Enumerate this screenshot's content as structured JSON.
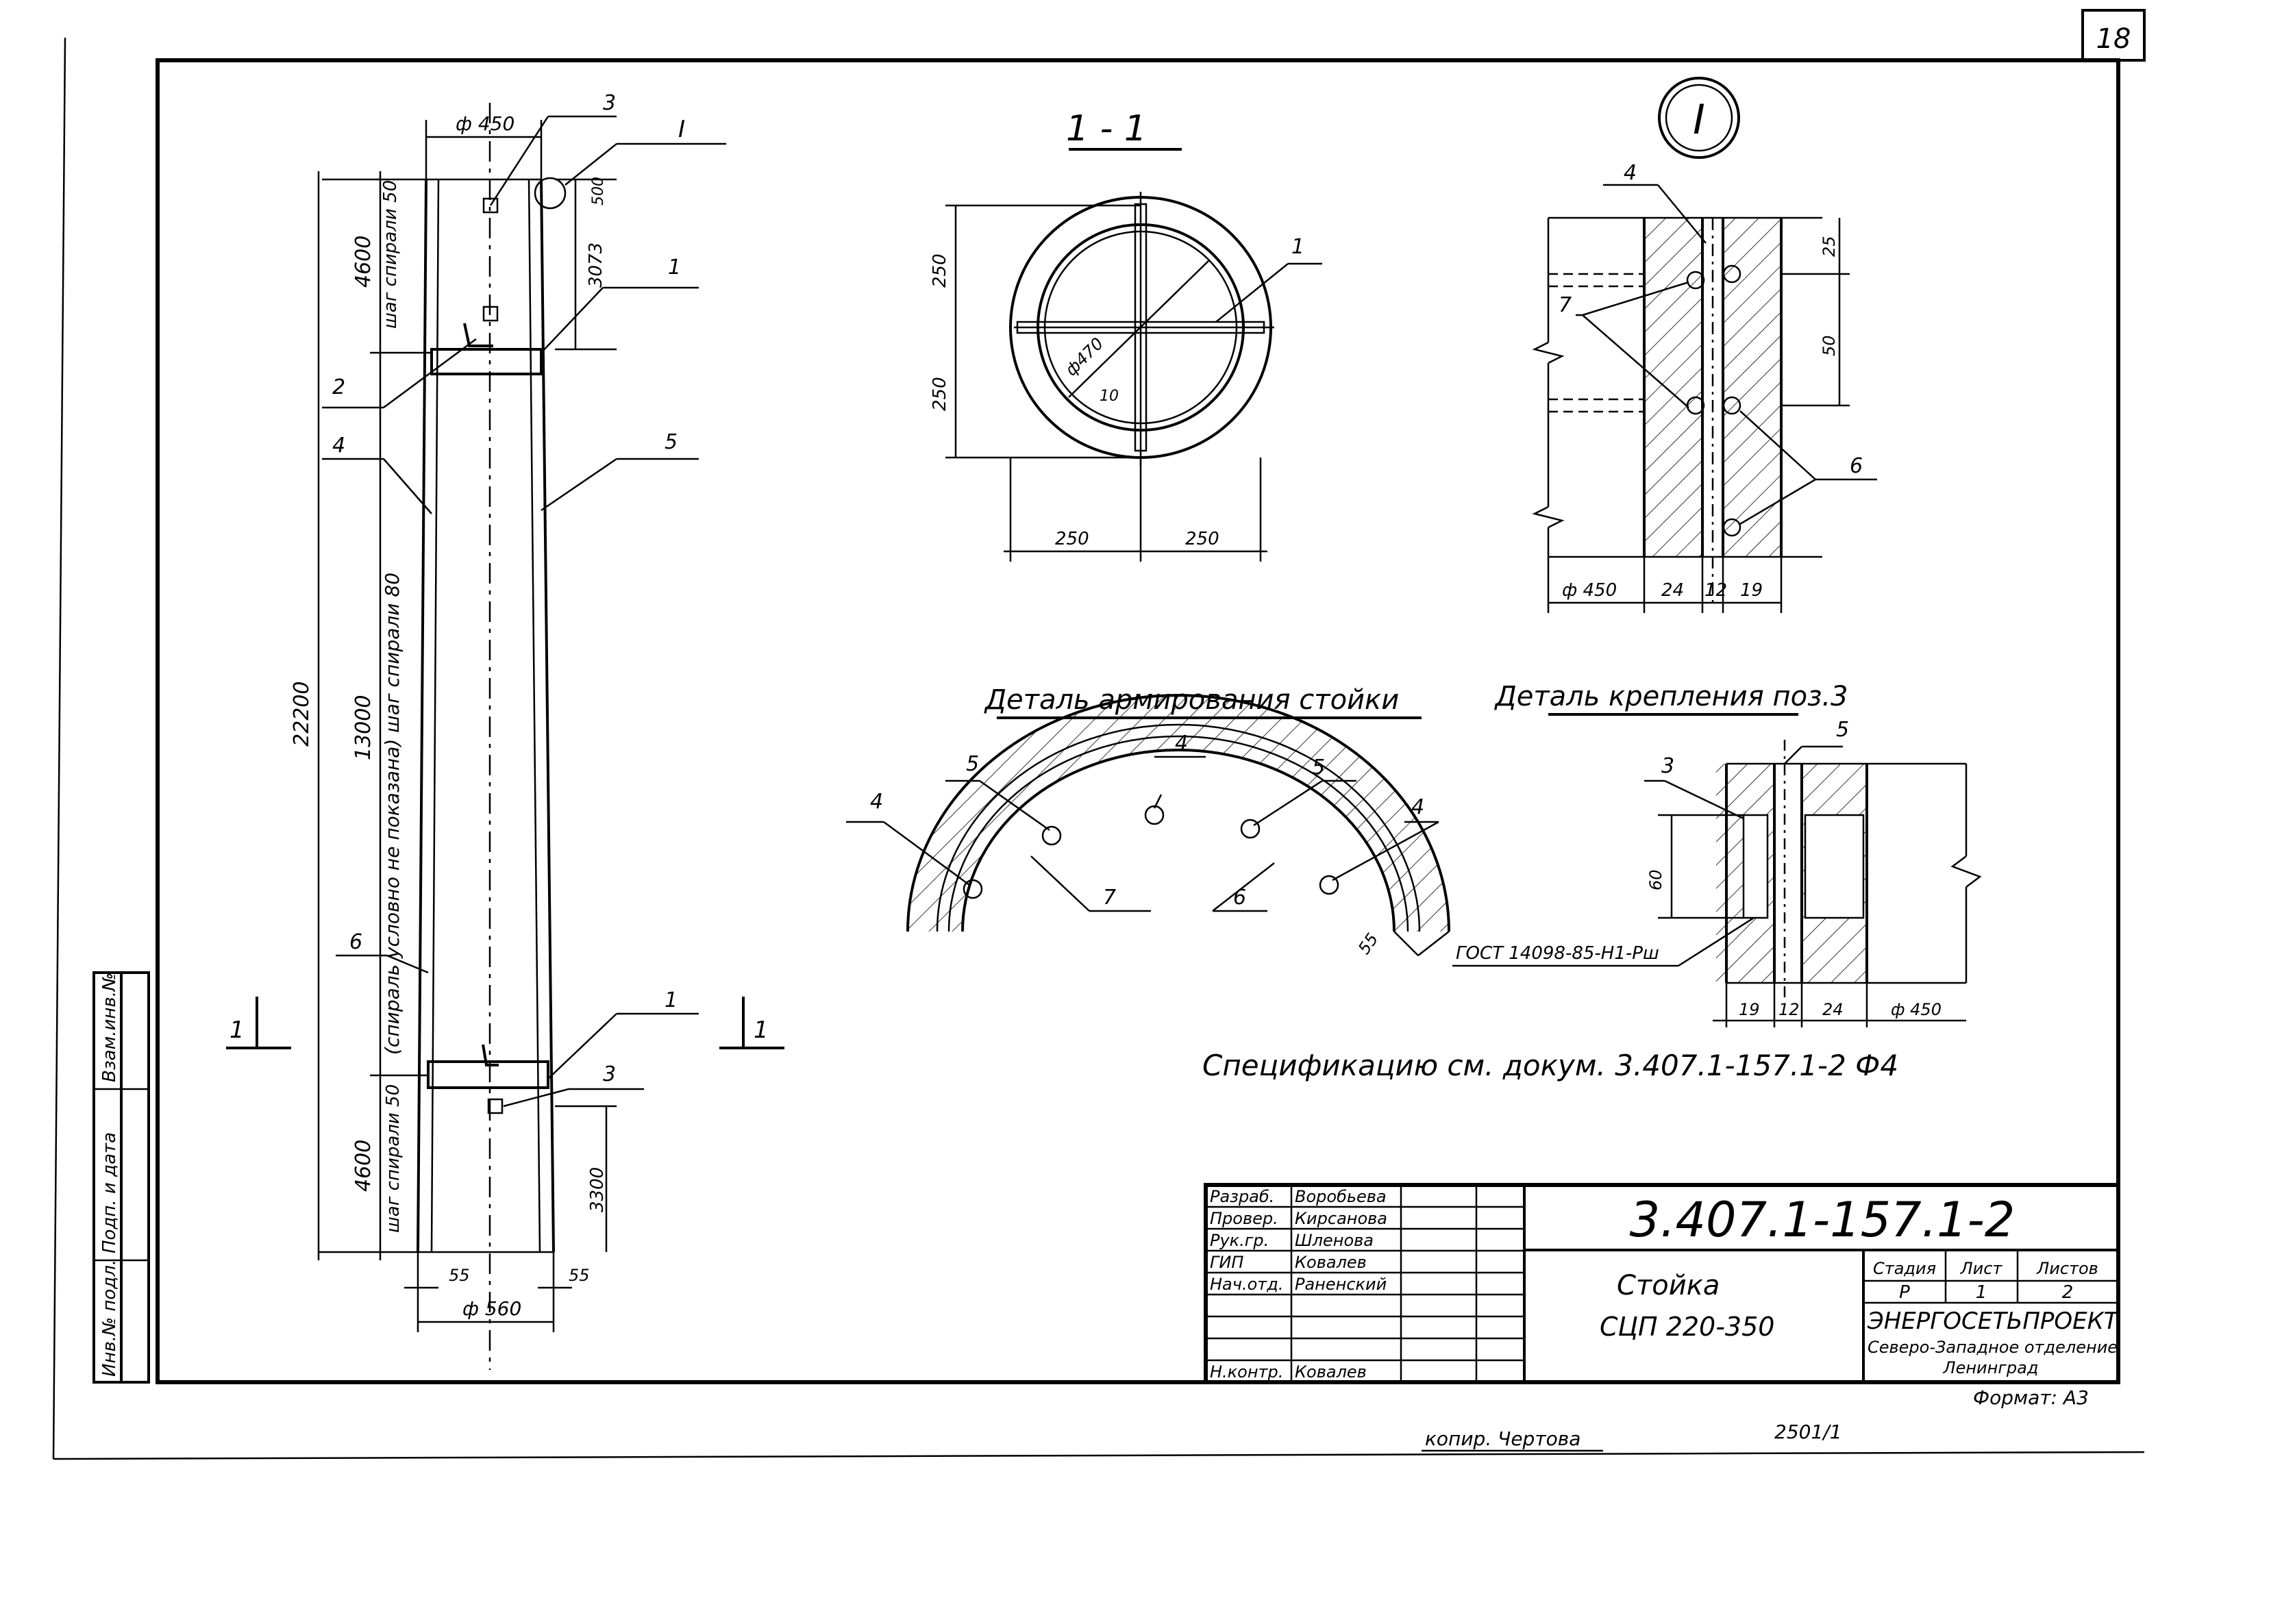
{
  "sheet": {
    "page_number": "18",
    "copy_note": "копир. Чертова",
    "archive_no": "2501/1"
  },
  "left_strip": [
    "Инв.№ подл.",
    "Подп. и дата",
    "Взам.инв.№"
  ],
  "elevation": {
    "dim_top": "ф 450",
    "dim_bottom": "ф 560",
    "dim_total": "22200",
    "dim_top_seg": "4600",
    "dim_mid_seg": "13000",
    "dim_bot_seg": "4600",
    "note_top": "шаг спирали 50",
    "note_mid": "(спираль условно не показана) шаг спирали 80",
    "note_bot": "шаг спирали 50",
    "dim_right_top": "3073",
    "dim_right_top_small": "500",
    "dim_right_bot": "3300",
    "dim_55_left": "55",
    "dim_55_right": "55",
    "callouts": [
      "3",
      "I",
      "1",
      "2",
      "4",
      "5",
      "6",
      "1",
      "3"
    ],
    "section_mark": "1"
  },
  "section_1_1": {
    "title": "1 - 1",
    "dims": [
      "250",
      "250",
      "250",
      "250",
      "ф470",
      "10"
    ],
    "callout": "1"
  },
  "detail_I": {
    "mark": "I",
    "callouts": [
      "4",
      "7",
      "6"
    ],
    "dims": [
      "25",
      "50",
      "ф 450",
      "24",
      "12",
      "19"
    ]
  },
  "detail_reinforcement": {
    "title": "Деталь армирования стойки",
    "callouts": [
      "4",
      "5",
      "4",
      "5",
      "4",
      "7",
      "6"
    ],
    "dim": "55"
  },
  "detail_fastening": {
    "title": "Деталь крепления поз.3",
    "callouts": [
      "3",
      "5"
    ],
    "dims": [
      "60",
      "19",
      "12",
      "24",
      "ф 450"
    ],
    "gost": "ГОСТ 14098-85-Н1-Рш"
  },
  "spec_note": "Спецификацию см. докум. 3.407.1-157.1-2 Ф4",
  "title_block": {
    "roles": [
      "Разраб.",
      "Провер.",
      "Рук.гр.",
      "ГИП",
      "Нач.отд.",
      "Н.контр."
    ],
    "names": [
      "Воробьева",
      "Кирсанова",
      "Шленова",
      "Ковалев",
      "Раненский",
      "Ковалев"
    ],
    "doc_code": "3.407.1-157.1-2",
    "item_name": "Стойка",
    "item_code": "СЦП 220-350",
    "stage_label": "Стадия",
    "sheet_label": "Лист",
    "sheets_label": "Листов",
    "stage": "Р",
    "sheet": "1",
    "sheets": "2",
    "org": "ЭНЕРГОСЕТЬПРОЕКТ",
    "org_branch": "Северо-Западное отделение",
    "org_city": "Ленинград",
    "format": "Формат: А3"
  }
}
